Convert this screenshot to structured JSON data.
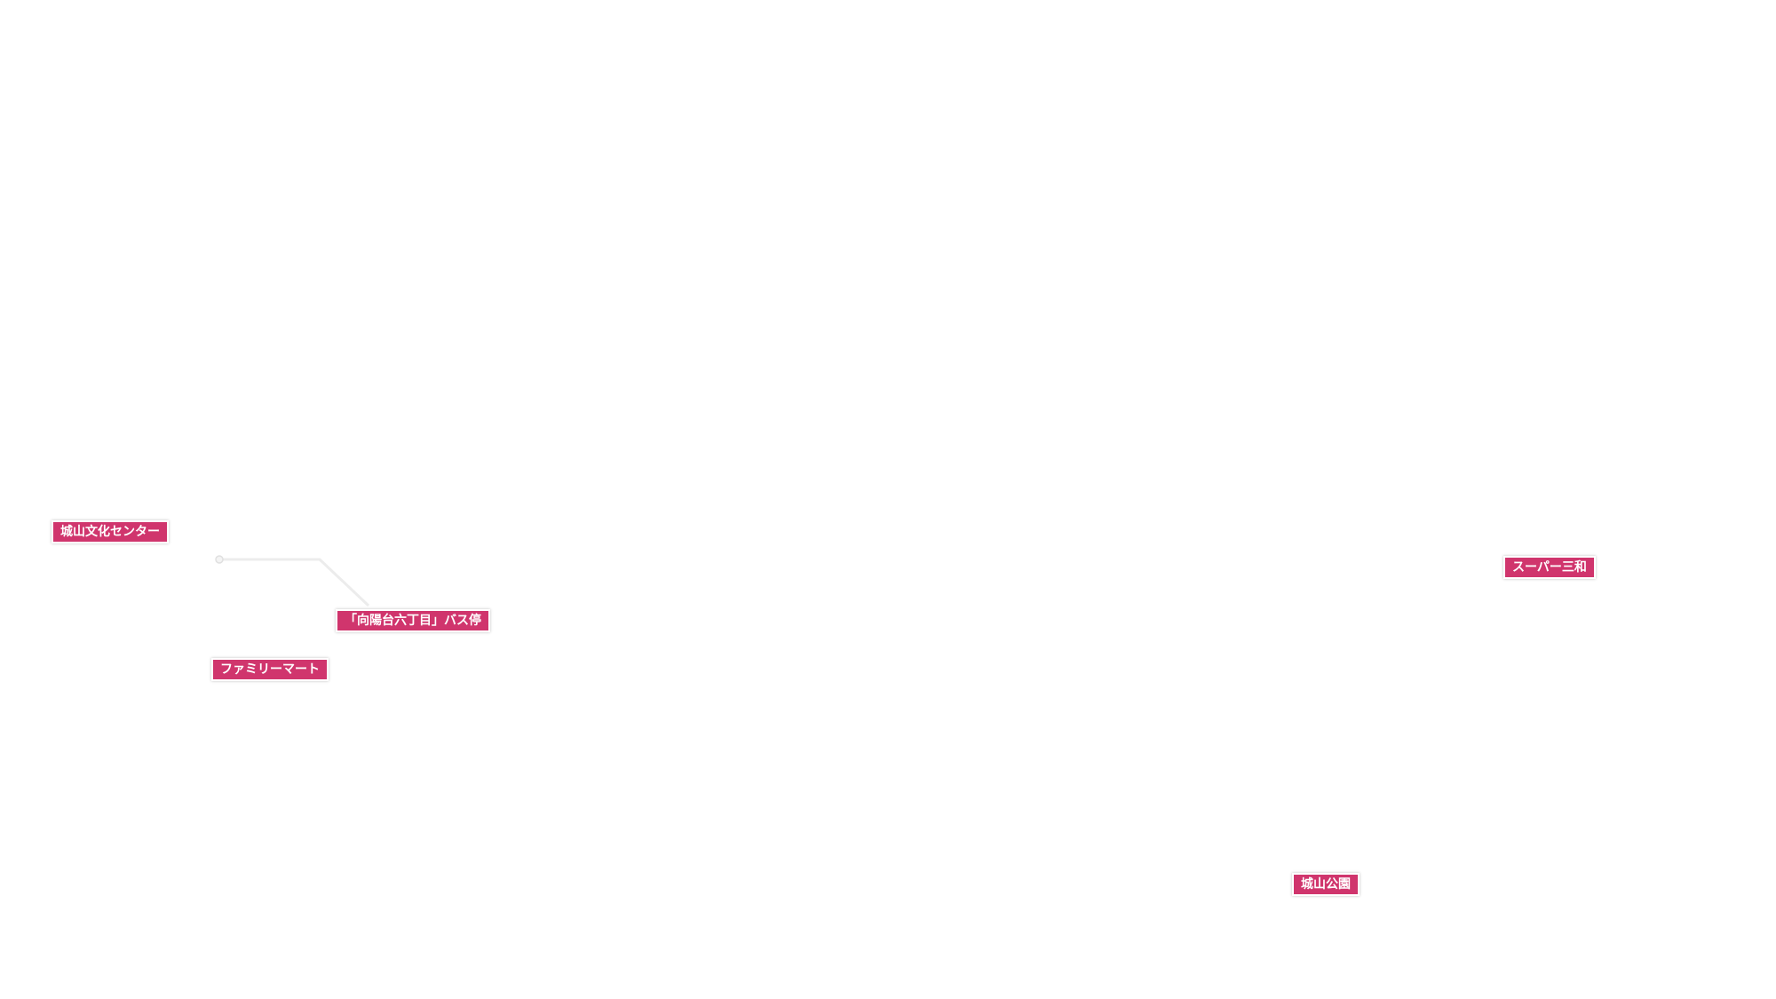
{
  "map": {
    "labels": {
      "shiroyama_bunka_center": "城山文化センター",
      "bus_stop": "「向陽台六丁目」バス停",
      "familymart": "ファミリーマート",
      "super_sanwa": "スーパー三和",
      "shiroyama_park": "城山公園"
    },
    "accent_color": "#d0356d"
  }
}
